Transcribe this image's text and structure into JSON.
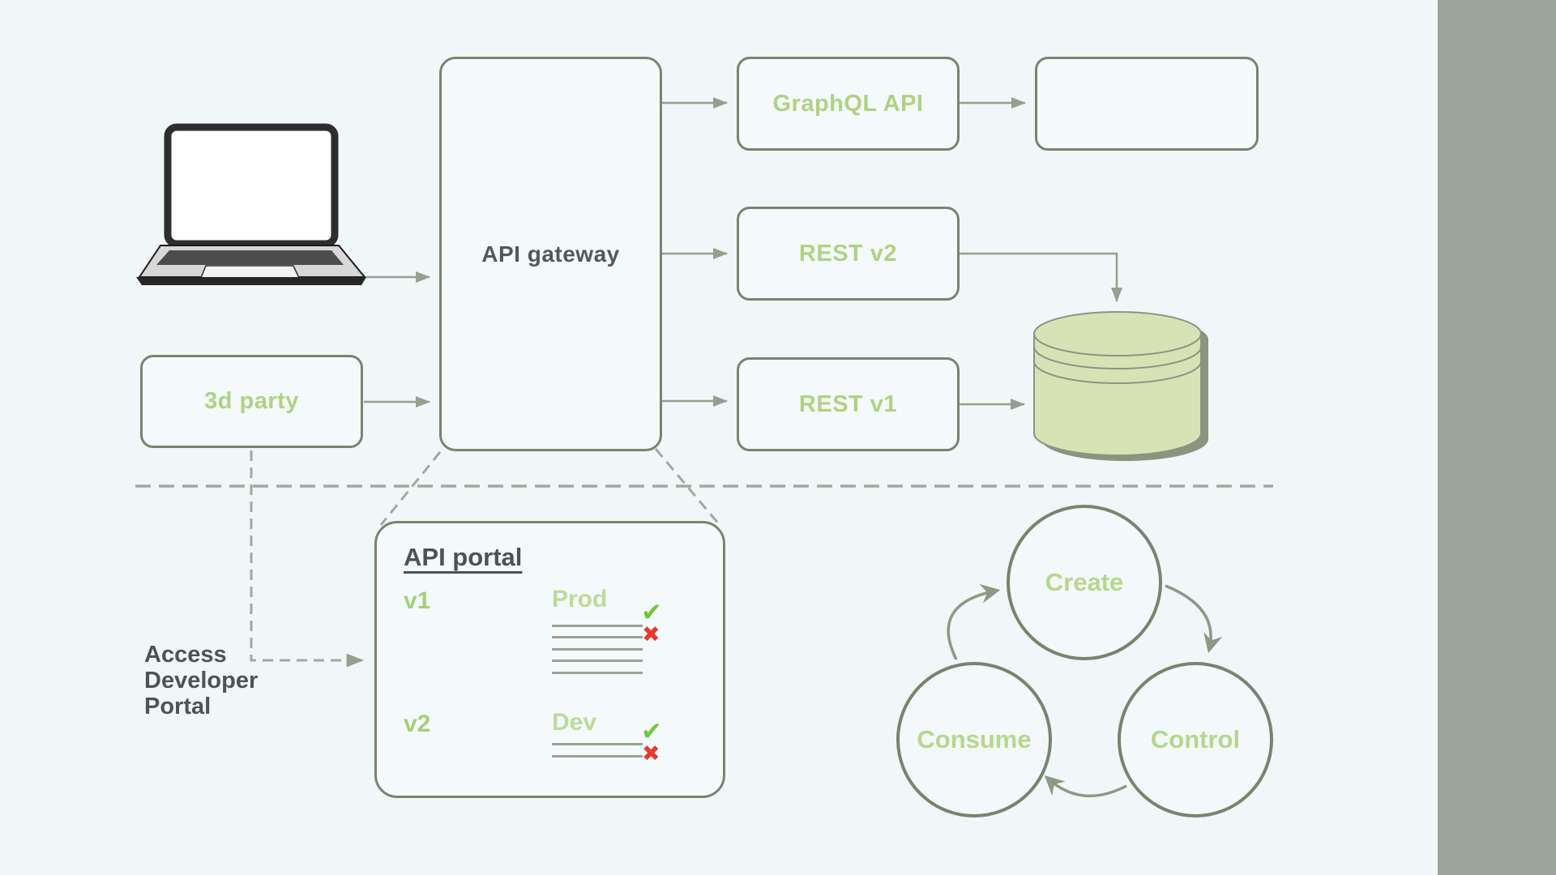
{
  "colors": {
    "background": "#f0f7f9",
    "sidebar": "#9aa49a",
    "box_border": "#77846f",
    "accent_green_label": "#afd283",
    "dark_text": "#54585a",
    "connector": "#93a08d",
    "dashed_line": "#9dab9c",
    "cylinder_fill": "#d7e3b4",
    "check_green": "#72c63c",
    "cross_red": "#e8392f"
  },
  "nodes": {
    "gateway": "API gateway",
    "graphql": "GraphQL API",
    "rest_v2": "REST v2",
    "rest_v1": "REST v1",
    "third_party": "3d party",
    "empty": ""
  },
  "portal": {
    "title": "API portal",
    "rows": [
      {
        "version": "v1",
        "stage": "Prod"
      },
      {
        "version": "v2",
        "stage": "Dev"
      }
    ]
  },
  "note": {
    "lines": [
      "Access",
      "Developer",
      "Portal"
    ]
  },
  "cycle": {
    "top": "Create",
    "left": "Consume",
    "right": "Control"
  },
  "glyphs": {
    "check": "✔",
    "cross": "✖"
  }
}
